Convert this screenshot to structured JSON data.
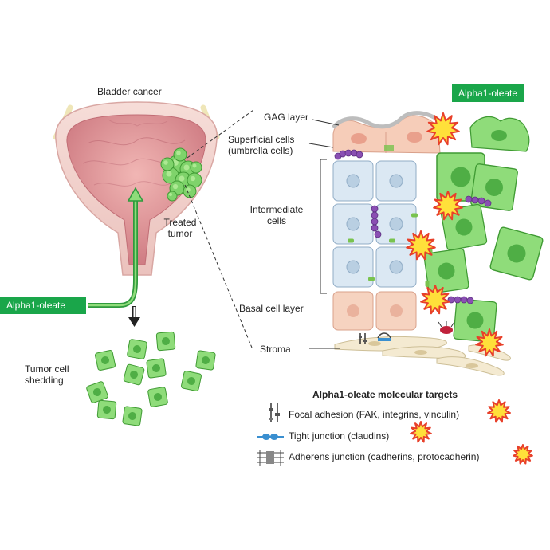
{
  "labels": {
    "bladder_cancer": "Bladder cancer",
    "treated_tumor_line1": "Treated",
    "treated_tumor_line2": "tumor",
    "tumor_shedding_line1": "Tumor cell",
    "tumor_shedding_line2": "shedding",
    "gag_layer": "GAG layer",
    "superficial_line1": "Superficial cells",
    "superficial_line2": "(umbrella cells)",
    "intermediate_line1": "Intermediate",
    "intermediate_line2": "cells",
    "basal_layer": "Basal cell layer",
    "stroma": "Stroma"
  },
  "badges": {
    "left": "Alpha1-oleate",
    "right": "Alpha1-oleate"
  },
  "legend": {
    "title": "Alpha1-oleate molecular targets",
    "items": [
      {
        "icon": "focal-adhesion-icon",
        "label": "Focal adhesion (FAK, integrins, vinculin)"
      },
      {
        "icon": "tight-junction-icon",
        "label": "Tight junction (claudins)"
      },
      {
        "icon": "adherens-junction-icon",
        "label": "Adherens junction (cadherins, protocadherin)"
      }
    ]
  },
  "colors": {
    "green_badge": "#1aa64a",
    "tumor_green": "#7fd36b",
    "tumor_dark": "#3f9a33",
    "bladder_pink": "#d98a90",
    "bladder_wall": "#f2d4cf",
    "intermediate_blue": "#dbe8f3",
    "basal_peach": "#f6d3c0",
    "burst_red": "#e8402a",
    "burst_yellow": "#ffe03a",
    "junction_purple": "#8a4fb3"
  }
}
